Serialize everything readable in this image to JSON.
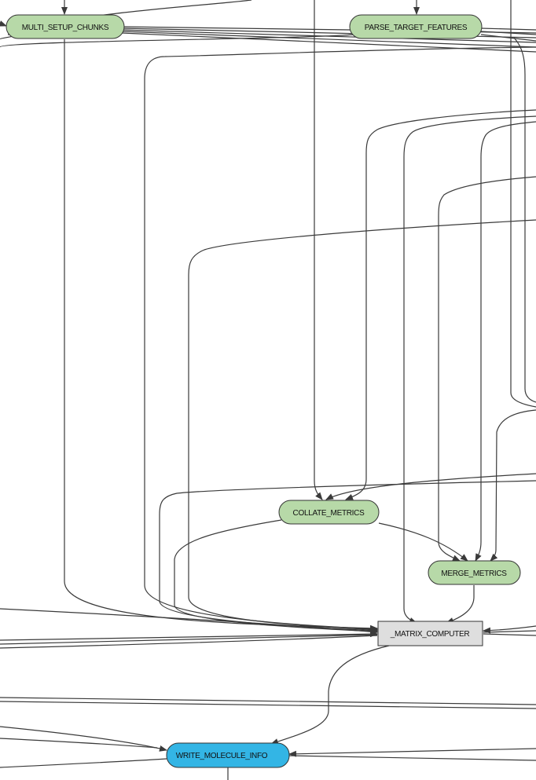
{
  "diagram": {
    "colors": {
      "stage_fill": "#b7d9a8",
      "matrix_fill": "#dedede",
      "output_fill": "#33b5e5",
      "edge": "#3a3a3a"
    },
    "nodes": {
      "multi_setup_chunks": {
        "label": "MULTI_SETUP_CHUNKS",
        "shape": "pill"
      },
      "parse_target_features": {
        "label": "PARSE_TARGET_FEATURES",
        "shape": "pill"
      },
      "collate_metrics": {
        "label": "COLLATE_METRICS",
        "shape": "pill"
      },
      "merge_metrics": {
        "label": "MERGE_METRICS",
        "shape": "pill"
      },
      "matrix_computer": {
        "label": "_MATRIX_COMPUTER",
        "shape": "box"
      },
      "write_molecule_info": {
        "label": "WRITE_MOLECULE_INFO",
        "shape": "pill"
      }
    }
  }
}
